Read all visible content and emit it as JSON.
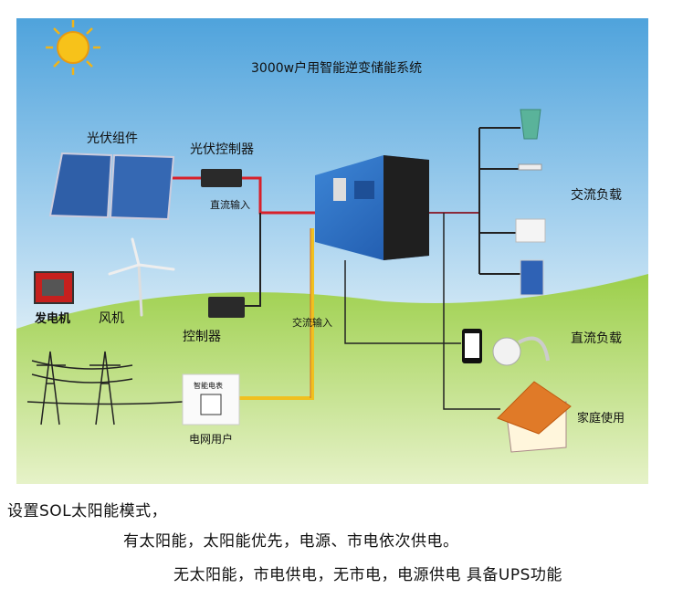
{
  "diagram": {
    "title": "3000w户用智能逆变储能系统",
    "labels": {
      "pv_modules": "光伏组件",
      "pv_controller": "光伏控制器",
      "dc_input": "直流输入",
      "generator": "发电机",
      "wind_turbine": "风机",
      "controller": "控制器",
      "ac_input": "交流输入",
      "smart_meter": "智能电表",
      "grid_user": "电网用户",
      "ac_load": "交流负载",
      "dc_load": "直流负载",
      "home_use": "家庭使用"
    },
    "colors": {
      "dc_wire": "#d8202a",
      "ac_wire": "#f0c020",
      "wire": "#222222",
      "inverter": "#2a6fc0",
      "sky_top": "#5aa9de",
      "grass": "#8ec63f"
    }
  },
  "notes": {
    "line1": "设置SOL太阳能模式，",
    "line2": "有太阳能，太阳能优先，电源、市电依次供电。",
    "line3": "无太阳能，市电供电，无市电，电源供电 具备UPS功能"
  }
}
